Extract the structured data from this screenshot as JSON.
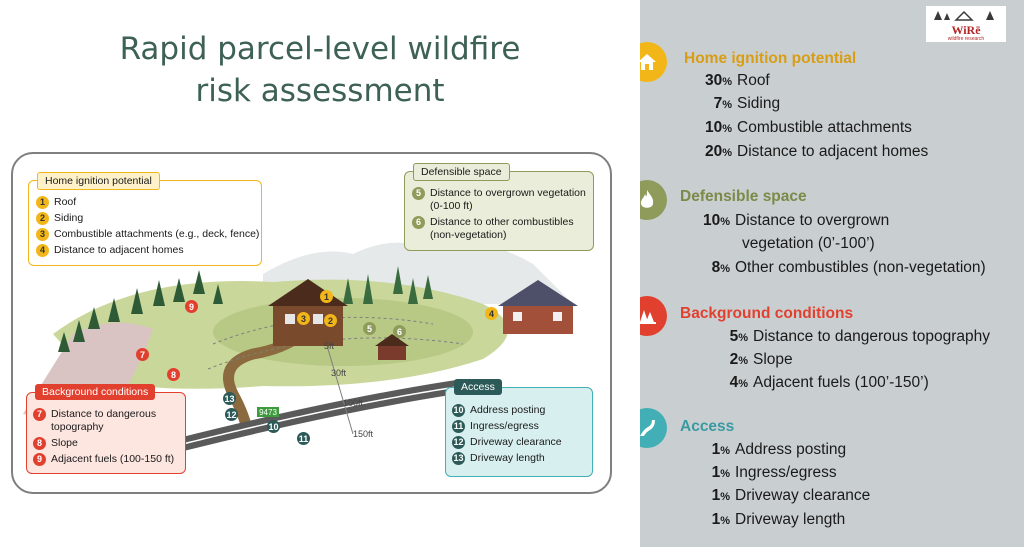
{
  "title": {
    "line1": "Rapid parcel-level wildfire",
    "line2": "risk assessment"
  },
  "logo": {
    "text": "WiRē",
    "subtext": "wildfire research"
  },
  "colors": {
    "home": "#f2b618",
    "defensible": "#8f9b5a",
    "background": "#e2402f",
    "access": "#42aeb5"
  },
  "legend": [
    {
      "title": "Home ignition potential",
      "icon": "house-icon",
      "color": "#d99d14",
      "items": [
        {
          "pct": "30",
          "label": "Roof"
        },
        {
          "pct": "7",
          "label": "Siding"
        },
        {
          "pct": "10",
          "label": "Combustible attachments"
        },
        {
          "pct": "20",
          "label": "Distance to adjacent homes"
        }
      ]
    },
    {
      "title": "Defensible space",
      "icon": "flame-icon",
      "color": "#7b8a47",
      "items": [
        {
          "pct": "10",
          "label": "Distance to overgrown",
          "label2": "vegetation (0’-100’)"
        },
        {
          "pct": "8",
          "label": "Other combustibles (non-vegetation)"
        }
      ]
    },
    {
      "title": "Background conditions",
      "icon": "trees-icon",
      "color": "#e2402f",
      "items": [
        {
          "pct": "5",
          "label": "Distance to dangerous topography"
        },
        {
          "pct": "2",
          "label": "Slope"
        },
        {
          "pct": "4",
          "label": "Adjacent fuels (100’-150’)"
        }
      ]
    },
    {
      "title": "Access",
      "icon": "road-icon",
      "color": "#42aeb5",
      "items": [
        {
          "pct": "1",
          "label": "Address posting"
        },
        {
          "pct": "1",
          "label": "Ingress/egress"
        },
        {
          "pct": "1",
          "label": "Driveway clearance"
        },
        {
          "pct": "1",
          "label": "Driveway length"
        }
      ]
    }
  ],
  "pct_sign": "%",
  "diagram": {
    "home_box": {
      "title": "Home ignition potential",
      "items": [
        {
          "n": "1",
          "t": "Roof"
        },
        {
          "n": "2",
          "t": "Siding"
        },
        {
          "n": "3",
          "t": "Combustible attachments (e.g., deck, fence)"
        },
        {
          "n": "4",
          "t": "Distance to adjacent homes"
        }
      ]
    },
    "def_box": {
      "title": "Defensible space",
      "items": [
        {
          "n": "5",
          "t": "Distance to overgrown vegetation (0-100 ft)"
        },
        {
          "n": "6",
          "t": "Distance to other combustibles (non-vegetation)"
        }
      ]
    },
    "bg_box": {
      "title": "Background conditions",
      "items": [
        {
          "n": "7",
          "t": "Distance to dangerous topography"
        },
        {
          "n": "8",
          "t": "Slope"
        },
        {
          "n": "9",
          "t": "Adjacent fuels (100-150 ft)"
        }
      ]
    },
    "acc_box": {
      "title": "Access",
      "items": [
        {
          "n": "10",
          "t": "Address posting"
        },
        {
          "n": "11",
          "t": "Ingress/egress"
        },
        {
          "n": "12",
          "t": "Driveway clearance"
        },
        {
          "n": "13",
          "t": "Driveway length"
        }
      ]
    },
    "distances": [
      "5ft",
      "30ft",
      "100ft",
      "150ft"
    ],
    "address_sign": "9473",
    "markers": [
      "1",
      "2",
      "3",
      "4",
      "5",
      "6",
      "7",
      "8",
      "9",
      "10",
      "11",
      "12",
      "13"
    ]
  }
}
